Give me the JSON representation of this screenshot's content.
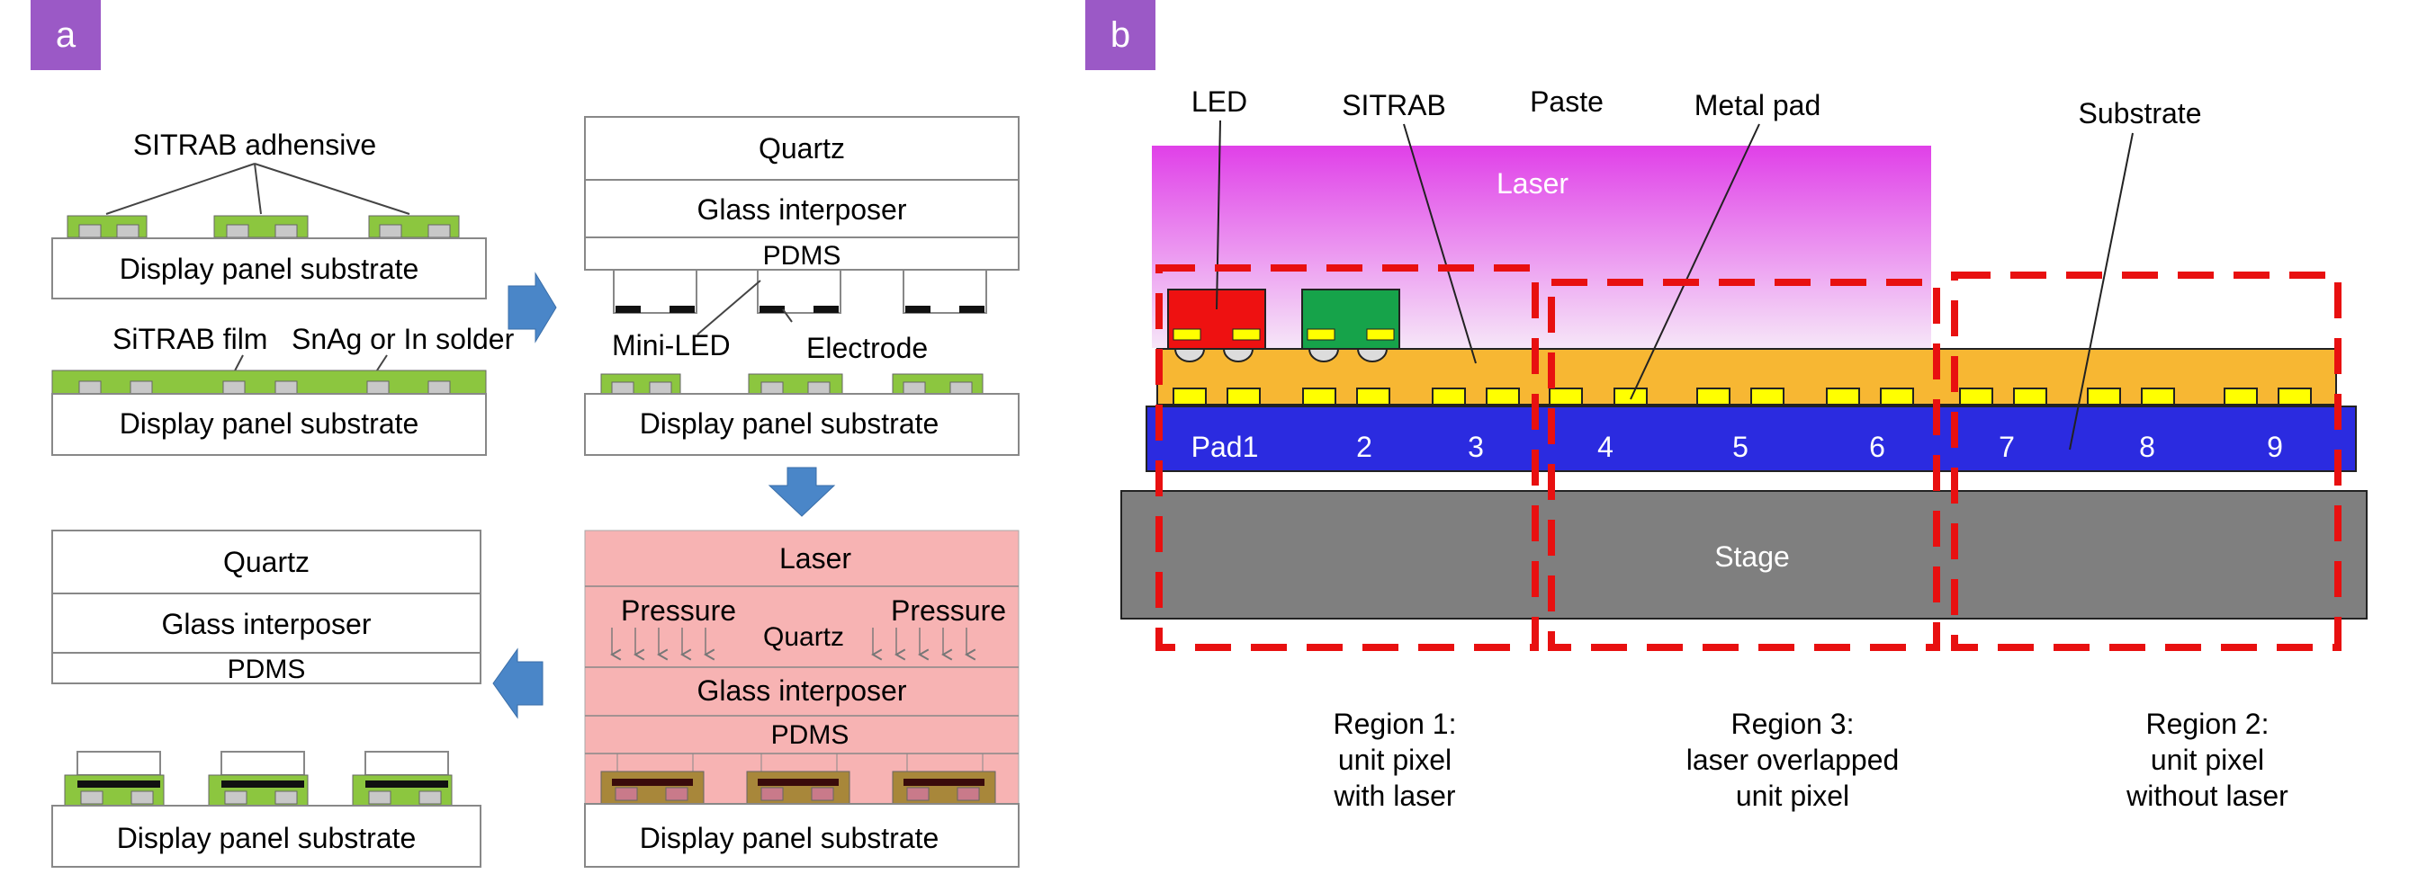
{
  "panel_a": {
    "badge": "a",
    "step1": {
      "adhesive_label": "SITRAB adhensive",
      "substrate": "Display panel substrate"
    },
    "step2": {
      "film_label": "SiTRAB film",
      "solder_label": "SnAg or In solder",
      "substrate": "Display panel substrate"
    },
    "step3": {
      "quartz": "Quartz",
      "glass": "Glass interposer",
      "pdms": "PDMS",
      "mini_led": "Mini-LED",
      "electrode": "Electrode",
      "substrate": "Display panel substrate"
    },
    "step4": {
      "laser": "Laser",
      "pressure_left": "Pressure",
      "pressure_right": "Pressure",
      "quartz": "Quartz",
      "glass": "Glass interposer",
      "pdms": "PDMS",
      "substrate": "Display panel substrate"
    },
    "step5": {
      "quartz": "Quartz",
      "glass": "Glass interposer",
      "pdms": "PDMS",
      "substrate": "Display panel substrate"
    }
  },
  "panel_b": {
    "badge": "b",
    "labels": {
      "led": "LED",
      "sitrab": "SITRAB",
      "paste": "Paste",
      "metal_pad": "Metal pad",
      "substrate": "Substrate",
      "laser": "Laser",
      "stage": "Stage"
    },
    "pads": [
      "Pad1",
      "2",
      "3",
      "4",
      "5",
      "6",
      "7",
      "8",
      "9"
    ],
    "regions": {
      "r1": [
        "Region 1:",
        "unit pixel",
        "with laser"
      ],
      "r3": [
        "Region 3:",
        "laser overlapped",
        "unit pixel"
      ],
      "r2": [
        "Region 2:",
        "unit pixel",
        "without laser"
      ]
    }
  },
  "colors": {
    "badge": "#9b59c6",
    "adhesive_green": "#8cc63f",
    "pad_grey": "#c8c8c8",
    "arrow_blue": "#4a86c8",
    "laser_pink": "#f7b3b3",
    "laser_magenta": "#e040e8",
    "sitrab_orange": "#f7b733",
    "pad_yellow": "#ffff00",
    "substrate_blue": "#2b2be0",
    "stage_grey": "#7f7f7f",
    "region_red": "#e81010",
    "led_red": "#ee1111",
    "led_green": "#16a34a"
  }
}
